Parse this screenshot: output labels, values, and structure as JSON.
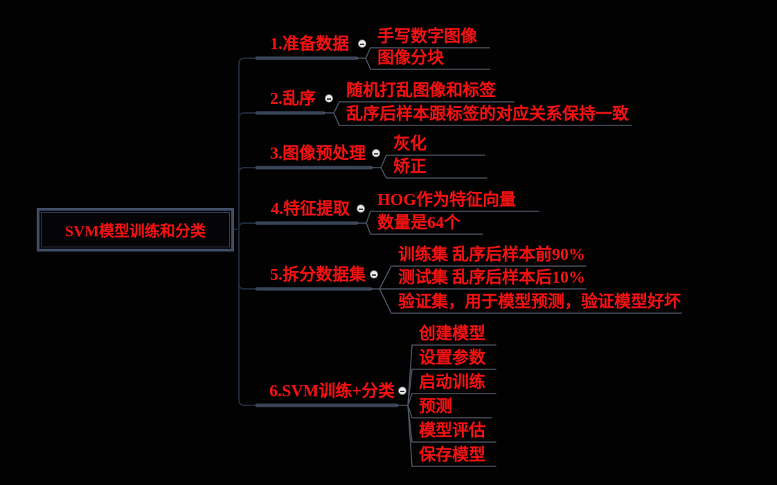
{
  "root": {
    "label": "SVM模型训练和分类"
  },
  "branches": [
    {
      "label": "1.准备数据",
      "collapse_state": "expanded",
      "children": [
        "手写数字图像",
        "图像分块"
      ]
    },
    {
      "label": "2.乱序",
      "collapse_state": "expanded",
      "children": [
        "随机打乱图像和标签",
        "乱序后样本跟标签的对应关系保持一致"
      ]
    },
    {
      "label": "3.图像预处理",
      "collapse_state": "expanded",
      "children": [
        "灰化",
        "矫正"
      ]
    },
    {
      "label": "4.特征提取",
      "collapse_state": "expanded",
      "children": [
        "HOG作为特征向量",
        "数量是64个"
      ]
    },
    {
      "label": "5.拆分数据集",
      "collapse_state": "expanded",
      "children": [
        "训练集 乱序后样本前90%",
        "测试集 乱序后样本后10%",
        "验证集，用于模型预测，验证模型好坏"
      ]
    },
    {
      "label": "6.SVM训练+分类",
      "collapse_state": "expanded",
      "children": [
        "创建模型",
        "设置参数",
        "启动训练",
        "预测",
        "模型评估",
        "保存模型"
      ]
    }
  ],
  "colors": {
    "background": "#020202",
    "text_red": "#f01212",
    "trunk_dark": "#202b3c",
    "branch_bar": "#3a4658",
    "child_line": "#4e5664",
    "root_border": "#3e4e69",
    "collapse_fill": "#e9e9e9",
    "collapse_glyph": "#3a3a3a"
  },
  "icons": {
    "collapse_minus": "−"
  }
}
